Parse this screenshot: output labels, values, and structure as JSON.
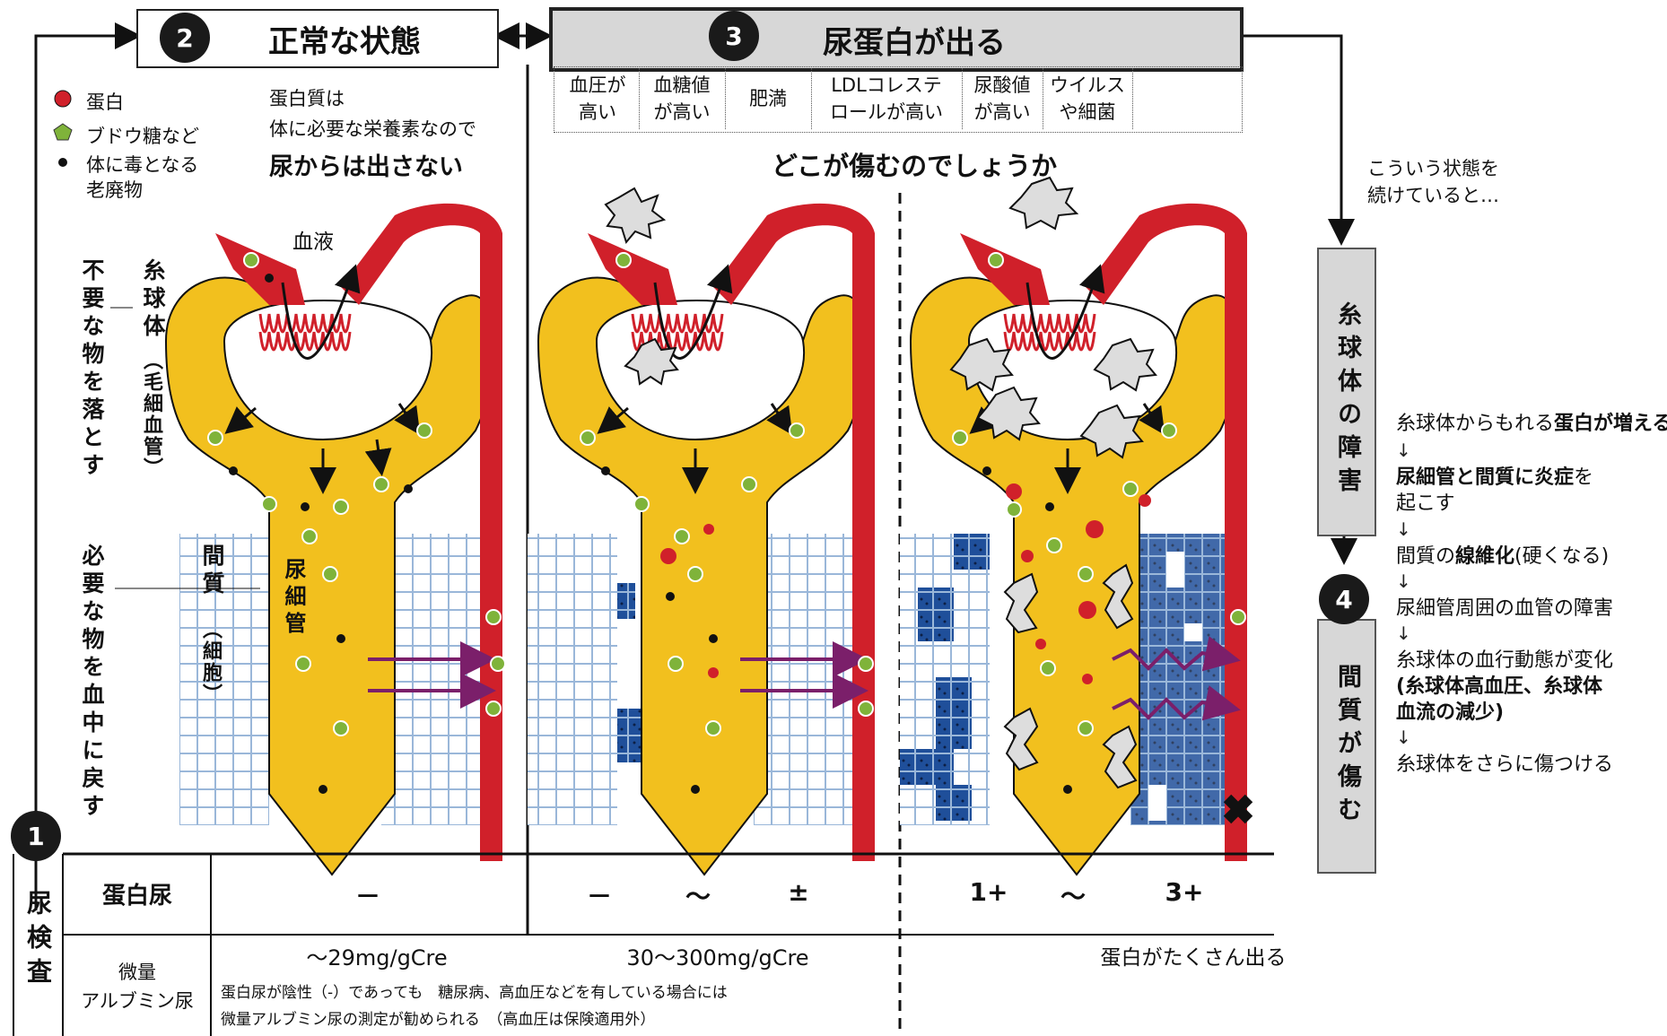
{
  "header": {
    "normal": {
      "number": "2",
      "title": "正常な状態"
    },
    "proteinuria": {
      "number": "3",
      "title": "尿蛋白が出る"
    }
  },
  "causes": [
    "血圧が\n高い",
    "血糖値\nが高い",
    "肥満",
    "LDLコレステ\nロールが高い",
    "尿酸値\nが高い",
    "ウイルス\nや細菌"
  ],
  "legend": {
    "protein": "蛋白",
    "glucose": "ブドウ糖など",
    "waste_line1": "体に毒となる",
    "waste_line2": "老廃物"
  },
  "normal_text": {
    "line1": "蛋白質は",
    "line2": "体に必要な栄養素なので",
    "line3": "尿からは出さない"
  },
  "where_damaged": "どこが傷むのでしょうか",
  "continue_text": {
    "line1": "こういう状態を",
    "line2": "続けていると…"
  },
  "labels": {
    "blood": "血液",
    "glomerulus": "糸球体",
    "glomerulus_sub": "（毛細血管）",
    "drop_unneeded": "不要な物を落とす",
    "return_needed": "必要な物を血中に戻す",
    "interstitium": "間質",
    "interstitium_sub": "（細胞）",
    "tubule": "尿細管"
  },
  "glomerular_damage": {
    "number": "",
    "title": "糸球体の障害"
  },
  "interstitial_damage": {
    "number": "4",
    "title": "間質が傷む"
  },
  "progression": [
    {
      "prefix": "糸球体からもれる",
      "bold": "蛋白が増える",
      "suffix": ""
    },
    {
      "prefix": "",
      "bold": "尿細管と間質に炎症",
      "suffix": "を"
    },
    {
      "prefix": "起こす",
      "bold": "",
      "suffix": ""
    },
    {
      "prefix": "間質の",
      "bold": "線維化",
      "suffix": "(硬くなる)"
    },
    {
      "prefix": "尿細管周囲の血管の障害",
      "bold": "",
      "suffix": ""
    },
    {
      "prefix": "糸球体の血行動態が変化",
      "bold": "",
      "suffix": ""
    },
    {
      "prefix": "",
      "bold": "(糸球体高血圧、糸球体",
      "suffix": ""
    },
    {
      "prefix": "",
      "bold": "血流の減少)",
      "suffix": ""
    },
    {
      "prefix": "糸球体をさらに傷つける",
      "bold": "",
      "suffix": ""
    }
  ],
  "progression_arrow": "↓",
  "urine_test": {
    "number": "1",
    "title": "尿検査",
    "row1_label": "蛋白尿",
    "row1_values": [
      "－",
      "－",
      "～",
      "±",
      "1+",
      "～",
      "3+"
    ],
    "row2_label_line1": "微量",
    "row2_label_line2": "アルブミン尿",
    "row2_values": [
      "～29mg/gCre",
      "30～300mg/gCre",
      "蛋白がたくさん出る"
    ],
    "note_line1": "蛋白尿が陰性（-）であっても　糖尿病、高血圧などを有している場合には",
    "note_line2": "微量アルブミン尿の測定が勧められる　（高血圧は保険適用外）"
  },
  "colors": {
    "tubule": "#f2c01e",
    "vessel": "#d0202a",
    "damage": "#1f4f9a",
    "grid": "#9ab7d9",
    "protein": "#d0202a",
    "glucose": "#7fb33a",
    "gray_box": "#d7d7d7"
  }
}
